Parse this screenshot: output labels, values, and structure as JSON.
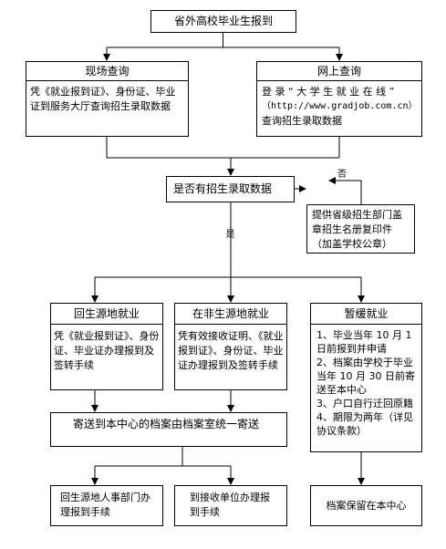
{
  "start": "省外高校毕业生报到",
  "onsite": {
    "title": "现场查询",
    "body": "凭《就业报到证》、身份证、毕业证到服务大厅查询招生录取数据"
  },
  "online": {
    "title": "网上查询",
    "line1": "登 录 “ 大 学 生 就 业 在 线 ”",
    "line2": "（http://www.gradjob.com.cn）",
    "line3": "查询招生录取数据"
  },
  "decision": "是否有招生录取数据",
  "label_no": "否",
  "label_yes": "是",
  "noside": "提供省级招生部门盖章招生名册复印件（加盖学校公章）",
  "col1": {
    "title": "回生源地就业",
    "body": "凭《就业报到证》、身份证、毕业证办理报到及签转手续"
  },
  "col2": {
    "title": "在非生源地就业",
    "body": "凭有效接收证明、《就业报到证》、身份证、毕业证办理报到及签转手续"
  },
  "col3": {
    "title": "暂缓就业",
    "items": [
      "1、毕业当年 10 月 1 日前报到并申请",
      "2、档案由学校于毕业当年 10 月 30 日前寄送至本中心",
      "3、户口自行迁回原籍",
      "4、期限为两年（详见协议条款）"
    ]
  },
  "mail": "寄送到本中心的档案由档案室统一寄送",
  "end1": "回生源地人事部门办理报到手续",
  "end2": "到接收单位办理报到手续",
  "end3": "档案保留在本中心"
}
